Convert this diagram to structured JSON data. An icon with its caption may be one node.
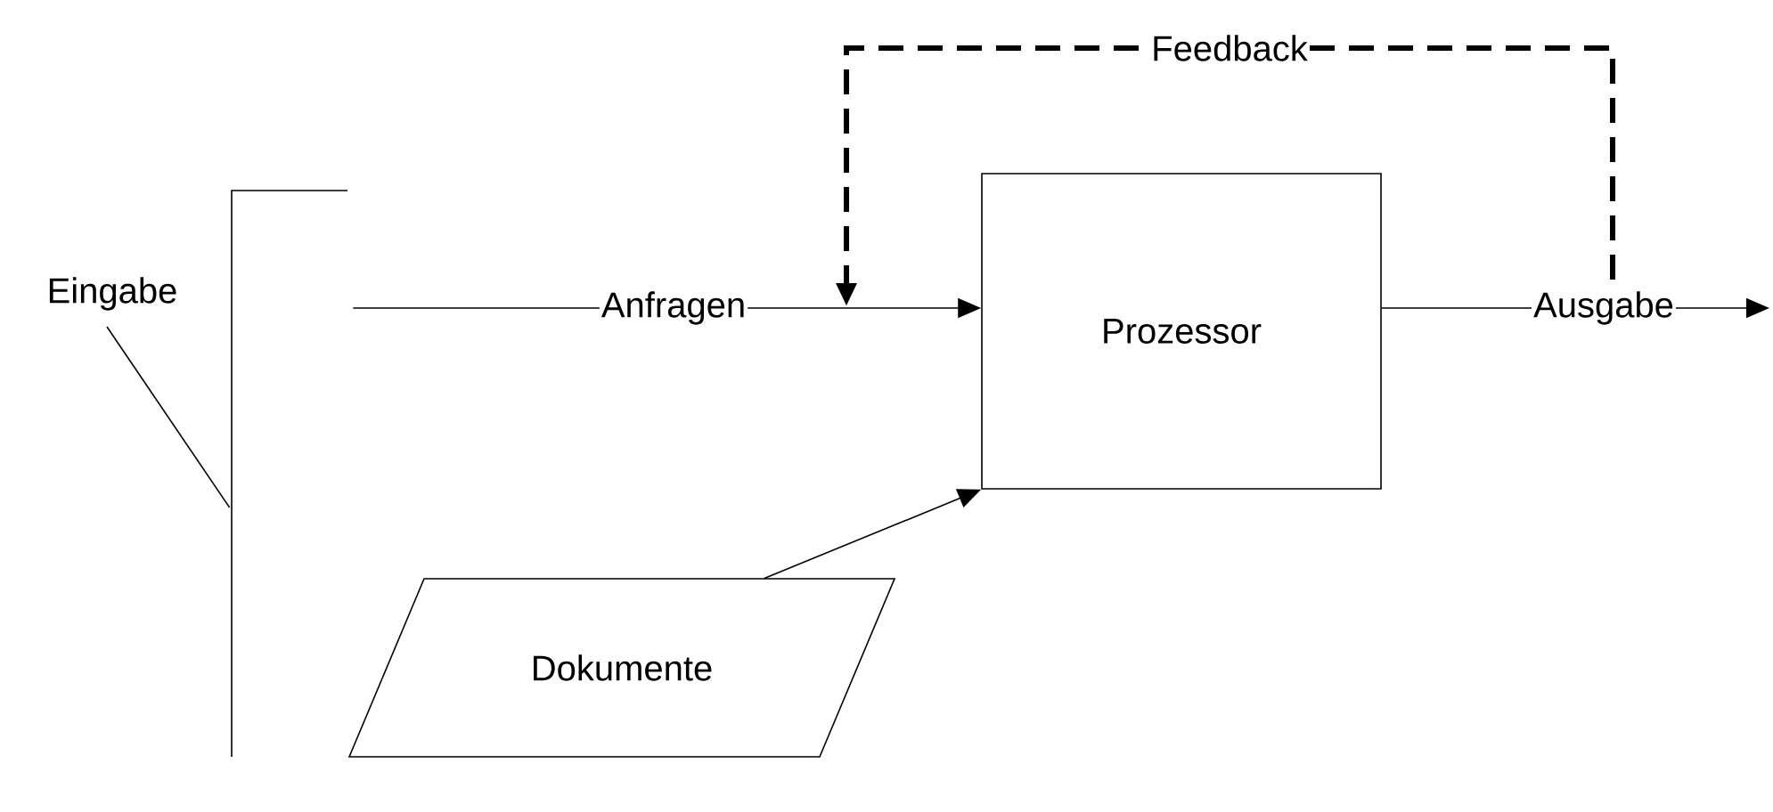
{
  "diagram": {
    "nodes": [
      {
        "text": [
          "Eingabe"
        ]
      },
      {
        "text": [],
        "shape": "bracket"
      },
      {
        "text": [
          "Prozessor"
        ]
      },
      {
        "text": [
          "Dokumente"
        ]
      }
    ],
    "edges": [
      {
        "from": 0,
        "to": 1,
        "arrow": "none"
      },
      {
        "from": 1,
        "to": 2,
        "arrow": "to",
        "label": "Anfragen"
      },
      {
        "from": 2,
        "to": null,
        "arrow": "to",
        "label": "Ausgabe"
      },
      {
        "from": 3,
        "to": 2,
        "arrow": "to"
      }
    ],
    "labels": [
      "Feedback"
    ]
  }
}
